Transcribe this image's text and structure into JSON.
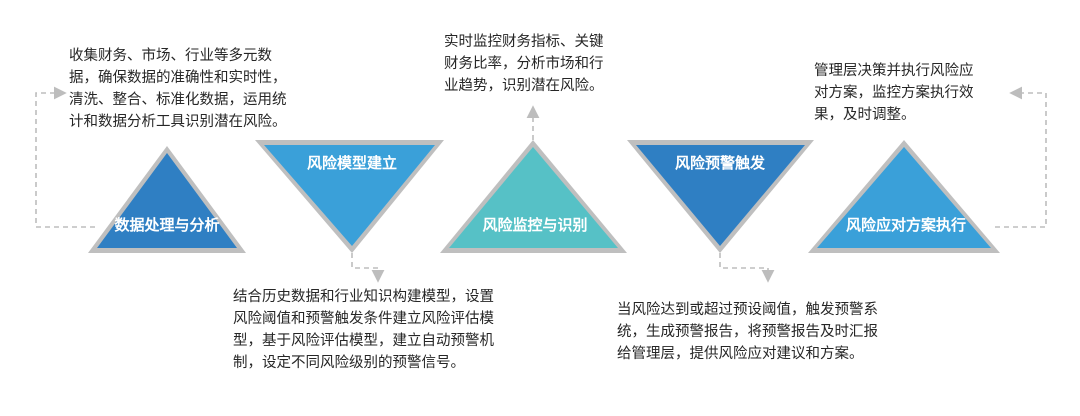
{
  "colors": {
    "step1": "#2f7fc3",
    "step2": "#3aa0d9",
    "step3": "#56c1c6",
    "step4": "#2f7fc3",
    "step5": "#3aa0d9",
    "outline": "#bfbfbf",
    "connector": "#bdbdbd"
  },
  "steps": [
    {
      "title": "数据处理与分析",
      "description": [
        "收集财务、市场、行业等多元数",
        "据，确保数据的准确性和实时性，",
        "清洗、整合、标准化数据，运用统",
        "计和数据分析工具识别潜在风险。"
      ]
    },
    {
      "title": "风险模型建立",
      "description": [
        "结合历史数据和行业知识构建模型，设置",
        "风险阈值和预警触发条件建立风险评估模",
        "型，基于风险评估模型，建立自动预警机",
        "制，设定不同风险级别的预警信号。"
      ]
    },
    {
      "title": "风险监控与识别",
      "description": [
        "实时监控财务指标、关键",
        "财务比率，分析市场和行",
        "业趋势，识别潜在风险。"
      ]
    },
    {
      "title": "风险预警触发",
      "description": [
        "当风险达到或超过预设阈值，触发预警系",
        "统，生成预警报告，将预警报告及时汇报",
        "给管理层，提供风险应对建议和方案。"
      ]
    },
    {
      "title": "风险应对方案执行",
      "description": [
        "管理层决策并执行风险应",
        "对方案，监控方案执行效",
        "果，及时调整。"
      ]
    }
  ]
}
